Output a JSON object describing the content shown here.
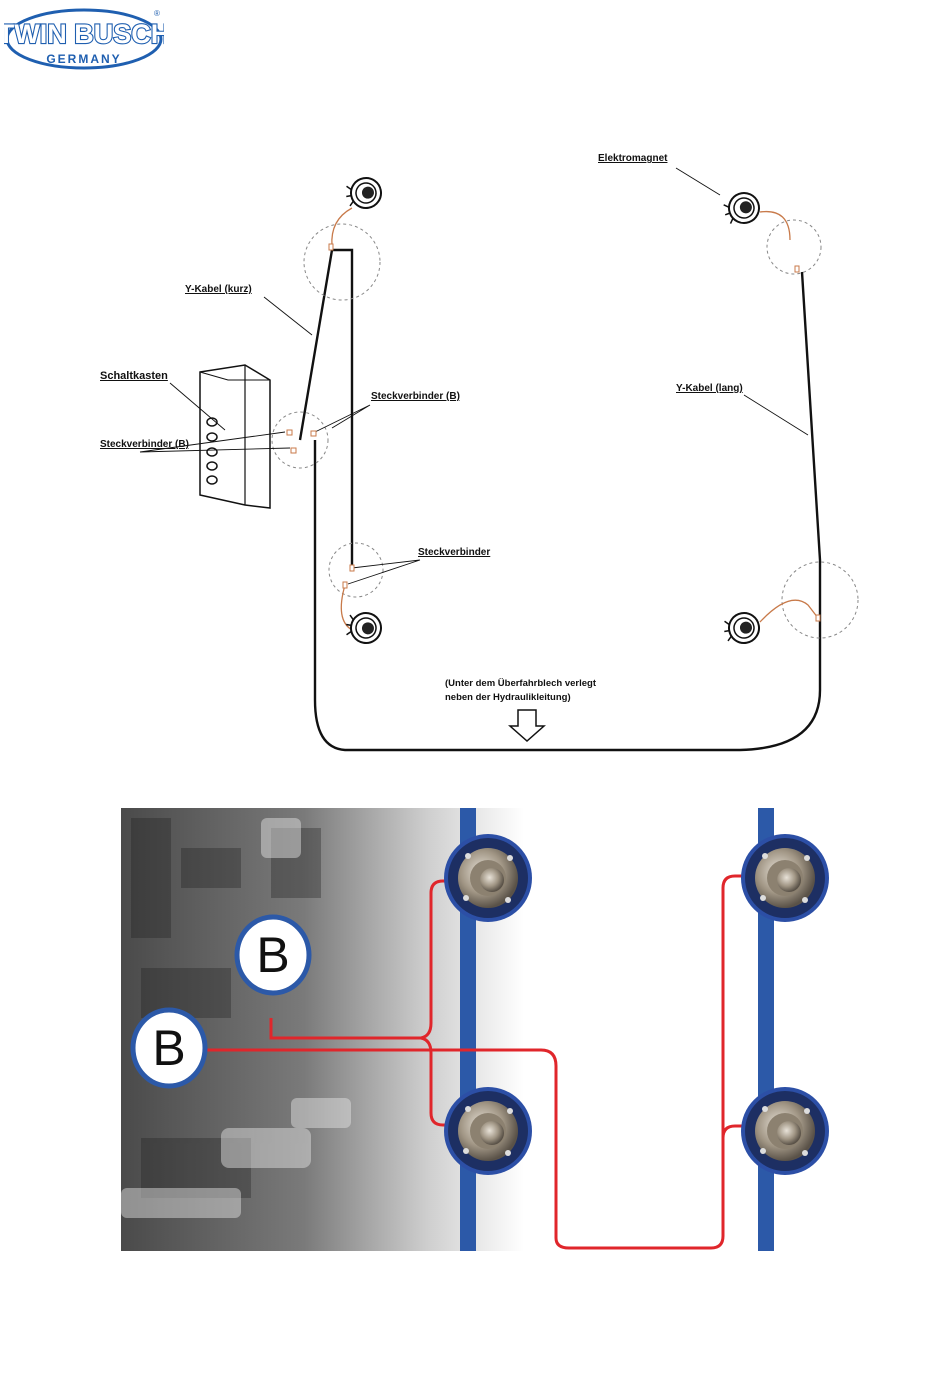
{
  "logo": {
    "brand": "TWIN BUSCH",
    "sub": "GERMANY",
    "registered": "®",
    "color": "#1f5fb0"
  },
  "diagram": {
    "labels": {
      "elektromagnet": "Elektromagnet",
      "y_kabel_kurz": "Y-Kabel  (kurz)",
      "schaltkasten": "Schaltkasten",
      "steckverbinder_b_right": "Steckverbinder (B)",
      "steckverbinder_b_left": "Steckverbinder (B)",
      "y_kabel_lang": "Y-Kabel (lang)",
      "steckverbinder": "Steckverbinder",
      "note_line1": "(Unter dem Überfahrblech verlegt",
      "note_line2": "neben der Hydraulikleitung)"
    }
  },
  "photo": {
    "badge_upper": "B",
    "badge_lower": "B",
    "colors": {
      "cable": "#e0262b",
      "rail": "#2c59a8",
      "badge_ring": "#2c59a8",
      "magnet_ring": "#2c4fa6"
    }
  }
}
